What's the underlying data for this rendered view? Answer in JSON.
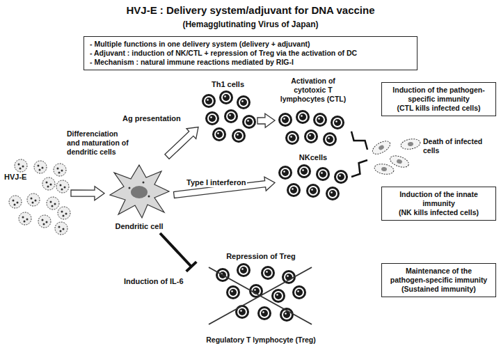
{
  "diagram": {
    "title": "HVJ-E : Delivery system/adjuvant for DNA vaccine",
    "nodes": [
      {
        "text": [
          "- Multiple functions in one delivery system (delivery + adjuvant)",
          "- Adjuvant : induction of NK/CTL + repression of Treg via the activation of DC",
          "- Mechanism : natural immune reactions mediated by RIG-I"
        ]
      },
      {
        "text": [
          "HVJ-E"
        ]
      },
      {
        "text": [
          "Dendritic cell"
        ]
      },
      {
        "text": [
          "Th1 cells"
        ]
      },
      {
        "text": [
          "Activation of cytotoxic T lymphocytes (CTL)"
        ]
      },
      {
        "text": [
          "Induction of the pathogen-specific immunity",
          "(CTL kills infected cells)"
        ]
      },
      {
        "text": [
          "Death of infected cells"
        ]
      },
      {
        "text": [
          "NKcells"
        ]
      },
      {
        "text": [
          "Induction of the innate immunity",
          "(NK kills infected cells)"
        ]
      },
      {
        "text": [
          "Repression of Treg",
          "Regulatory T lymphocyte (Treg)"
        ]
      },
      {
        "text": [
          "Maintenance of the pathogen-specific immunity",
          "(Sustained immunity)"
        ]
      }
    ],
    "edges": [
      {
        "from": 1,
        "to": 2,
        "arrow": "to",
        "label": "Differenciation and maturation of dendritic cells"
      },
      {
        "from": 2,
        "to": 3,
        "arrow": "to",
        "label": "Ag presentation"
      },
      {
        "from": 3,
        "to": 4,
        "arrow": "to"
      },
      {
        "from": 2,
        "to": 7,
        "arrow": "to",
        "label": "Type I interferon"
      },
      {
        "from": 2,
        "to": 9,
        "arrow": "to",
        "label": "Induction of IL-6"
      },
      {
        "from": 4,
        "to": 6,
        "arrow": "none"
      },
      {
        "from": 7,
        "to": 6,
        "arrow": "none"
      }
    ],
    "labels": [
      "(Hemagglutinating Virus of Japan)"
    ]
  }
}
